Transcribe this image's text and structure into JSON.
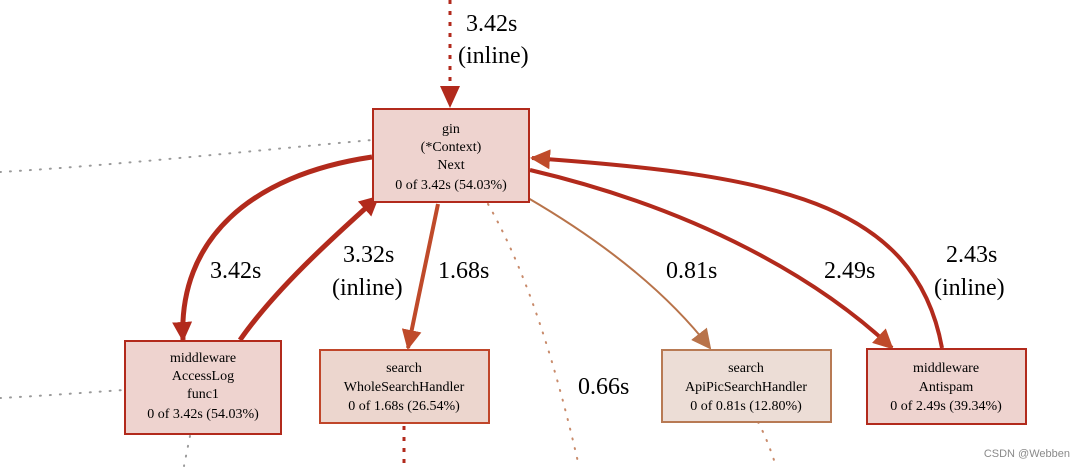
{
  "colors": {
    "edge_strong": "#b22a1c",
    "edge_medium": "#bf4a2a",
    "edge_light": "#b8734a",
    "edge_dotted": "#c88a6a",
    "edge_dotted_gray": "#9a9a9a",
    "node_hot_fill": "#eed3cf",
    "node_hot_border": "#b22a1c",
    "node_mid_fill": "#ecd6ce",
    "node_mid_border": "#c0462a",
    "node_light_fill": "#ecddd6",
    "node_light_border": "#b87a54",
    "text": "#000000"
  },
  "nodes": {
    "gin_next": {
      "lines": [
        "gin",
        "(*Context)",
        "Next",
        "0 of 3.42s (54.03%)"
      ]
    },
    "accesslog": {
      "lines": [
        "middleware",
        "AccessLog",
        "func1",
        "0 of 3.42s (54.03%)"
      ]
    },
    "wholesearch": {
      "lines": [
        "search",
        "WholeSearchHandler",
        "0 of 1.68s (26.54%)"
      ]
    },
    "apipic": {
      "lines": [
        "search",
        "ApiPicSearchHandler",
        "0 of 0.81s (12.80%)"
      ]
    },
    "antispam": {
      "lines": [
        "middleware",
        "Antispam",
        "0 of 2.49s (39.34%)"
      ]
    }
  },
  "edges": {
    "incoming_top": [
      "3.42s",
      "(inline)"
    ],
    "next_to_accesslog": [
      "3.42s"
    ],
    "accesslog_to_next": [
      "3.32s",
      "(inline)"
    ],
    "next_to_wholesearch": [
      "1.68s"
    ],
    "next_dotted": [
      "0.66s"
    ],
    "next_to_apipic": [
      "0.81s"
    ],
    "next_to_antispam": [
      "2.49s"
    ],
    "antispam_to_next": [
      "2.43s",
      "(inline)"
    ]
  },
  "watermark": "CSDN @Webben"
}
